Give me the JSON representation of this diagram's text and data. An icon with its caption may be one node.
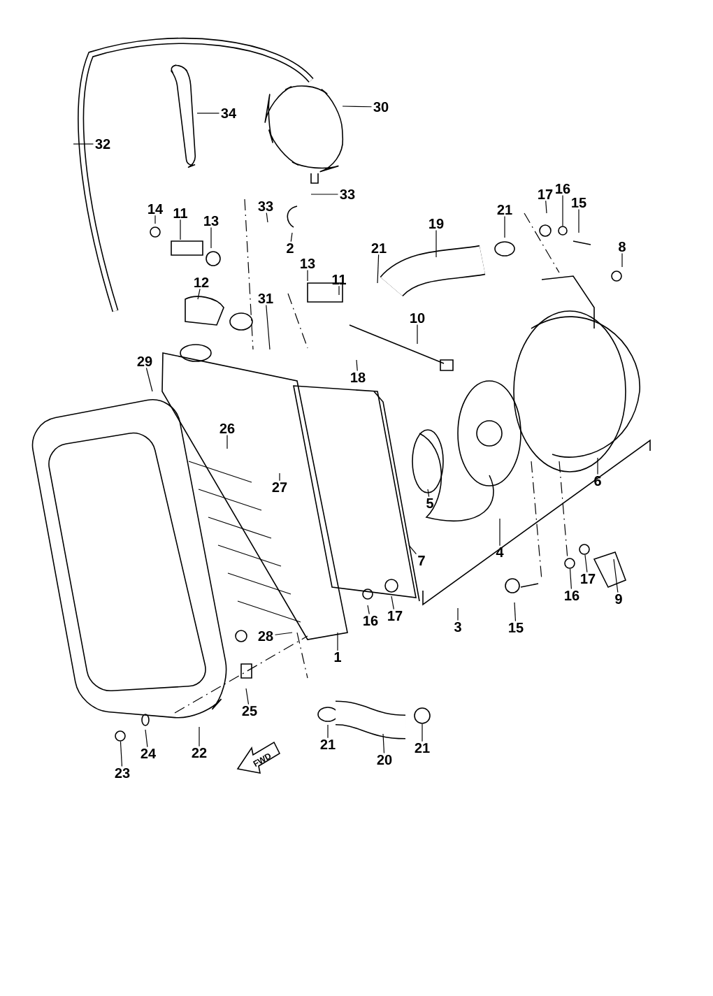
{
  "diagram": {
    "nodes": [
      {
        "text": [
          "34"
        ]
      },
      {
        "text": [
          "30"
        ]
      },
      {
        "text": [
          "32"
        ]
      },
      {
        "text": [
          "33"
        ]
      },
      {
        "text": [
          "17"
        ]
      },
      {
        "text": [
          "16"
        ]
      },
      {
        "text": [
          "15"
        ]
      },
      {
        "text": [
          "33"
        ]
      },
      {
        "text": [
          "14"
        ]
      },
      {
        "text": [
          "11"
        ]
      },
      {
        "text": [
          "13"
        ]
      },
      {
        "text": [
          "21"
        ]
      },
      {
        "text": [
          "19"
        ]
      },
      {
        "text": [
          "8"
        ]
      },
      {
        "text": [
          "2"
        ]
      },
      {
        "text": [
          "21"
        ]
      },
      {
        "text": [
          "13"
        ]
      },
      {
        "text": [
          "11"
        ]
      },
      {
        "text": [
          "12"
        ]
      },
      {
        "text": [
          "31"
        ]
      },
      {
        "text": [
          "10"
        ]
      },
      {
        "text": [
          "29"
        ]
      },
      {
        "text": [
          "18"
        ]
      },
      {
        "text": [
          "26"
        ]
      },
      {
        "text": [
          "27"
        ]
      },
      {
        "text": [
          "6"
        ]
      },
      {
        "text": [
          "5"
        ]
      },
      {
        "text": [
          "4"
        ]
      },
      {
        "text": [
          "7"
        ]
      },
      {
        "text": [
          "17"
        ]
      },
      {
        "text": [
          "9"
        ]
      },
      {
        "text": [
          "16"
        ]
      },
      {
        "text": [
          "17"
        ]
      },
      {
        "text": [
          "16"
        ]
      },
      {
        "text": [
          "3"
        ]
      },
      {
        "text": [
          "15"
        ]
      },
      {
        "text": [
          "28"
        ]
      },
      {
        "text": [
          "1"
        ]
      },
      {
        "text": [
          "25"
        ]
      },
      {
        "text": [
          "21"
        ]
      },
      {
        "text": [
          "21"
        ]
      },
      {
        "text": [
          "22"
        ]
      },
      {
        "text": [
          "24"
        ]
      },
      {
        "text": [
          "20"
        ]
      },
      {
        "text": [
          "23"
        ]
      },
      {
        "text": [],
        "shape": "circle"
      },
      {
        "text": [],
        "shape": "circle"
      },
      {
        "text": [],
        "shape": "circle"
      },
      {
        "text": [],
        "shape": "circle"
      },
      {
        "text": [],
        "shape": "circle"
      }
    ],
    "edges": [
      {
        "from": 0,
        "to": null,
        "arrow": "none"
      },
      {
        "from": 1,
        "to": null,
        "arrow": "none"
      },
      {
        "from": 2,
        "to": null,
        "arrow": "none"
      },
      {
        "from": 3,
        "to": null,
        "arrow": "none"
      },
      {
        "from": 4,
        "to": null,
        "arrow": "none"
      },
      {
        "from": 5,
        "to": 45,
        "arrow": "none"
      },
      {
        "from": 6,
        "to": null,
        "arrow": "none"
      },
      {
        "from": 7,
        "to": null,
        "arrow": "none"
      },
      {
        "from": 8,
        "to": null,
        "arrow": "none"
      },
      {
        "from": 9,
        "to": null,
        "arrow": "none"
      },
      {
        "from": 10,
        "to": null,
        "arrow": "none"
      },
      {
        "from": 11,
        "to": null,
        "arrow": "none"
      },
      {
        "from": 12,
        "to": null,
        "arrow": "none"
      },
      {
        "from": 13,
        "to": null,
        "arrow": "none"
      },
      {
        "from": 14,
        "to": null,
        "arrow": "none"
      },
      {
        "from": 15,
        "to": null,
        "arrow": "none"
      },
      {
        "from": 16,
        "to": null,
        "arrow": "none"
      },
      {
        "from": 17,
        "to": null,
        "arrow": "none"
      },
      {
        "from": 18,
        "to": null,
        "arrow": "none"
      },
      {
        "from": 19,
        "to": null,
        "arrow": "none"
      },
      {
        "from": 20,
        "to": null,
        "arrow": "none"
      },
      {
        "from": 21,
        "to": null,
        "arrow": "none"
      },
      {
        "from": 22,
        "to": null,
        "arrow": "none"
      },
      {
        "from": 23,
        "to": null,
        "arrow": "none"
      },
      {
        "from": 24,
        "to": null,
        "arrow": "none"
      },
      {
        "from": 25,
        "to": null,
        "arrow": "none"
      },
      {
        "from": 26,
        "to": null,
        "arrow": "none"
      },
      {
        "from": 27,
        "to": null,
        "arrow": "none"
      },
      {
        "from": 28,
        "to": null,
        "arrow": "none"
      },
      {
        "from": 29,
        "to": 48,
        "arrow": "none"
      },
      {
        "from": 30,
        "to": null,
        "arrow": "none"
      },
      {
        "from": 31,
        "to": 46,
        "arrow": "none"
      },
      {
        "from": 32,
        "to": null,
        "arrow": "none"
      },
      {
        "from": 33,
        "to": null,
        "arrow": "none"
      },
      {
        "from": 34,
        "to": null,
        "arrow": "none"
      },
      {
        "from": 35,
        "to": null,
        "arrow": "none"
      },
      {
        "from": 36,
        "to": null,
        "arrow": "none"
      },
      {
        "from": 37,
        "to": null,
        "arrow": "none"
      },
      {
        "from": 38,
        "to": null,
        "arrow": "none"
      },
      {
        "from": 39,
        "to": null,
        "arrow": "none"
      },
      {
        "from": 40,
        "to": 49,
        "arrow": "none"
      },
      {
        "from": 41,
        "to": null,
        "arrow": "none"
      },
      {
        "from": 42,
        "to": null,
        "arrow": "none"
      },
      {
        "from": 43,
        "to": null,
        "arrow": "none"
      },
      {
        "from": 44,
        "to": 47,
        "arrow": "none"
      }
    ],
    "labels": [
      "FWD"
    ]
  }
}
